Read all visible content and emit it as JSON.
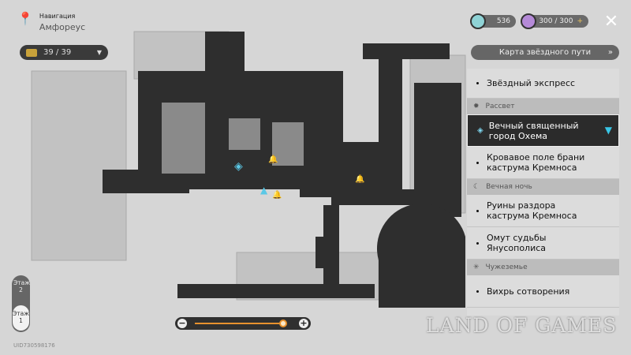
{
  "header": {
    "label": "Навигация",
    "location": "Амфореус"
  },
  "chest_counter": "39 / 39",
  "resources": [
    {
      "value": "536",
      "color": "#8fd3d6"
    },
    {
      "value": "300 / 300",
      "plus": "+",
      "color": "#b58ad8"
    }
  ],
  "close": "✕",
  "star_map_button": "Карта звёздного пути",
  "list": {
    "express": "Звёздный экспресс",
    "sections": [
      {
        "title": "Рассвет",
        "items": [
          "Вечный священный город Охема",
          "Кровавое поле брани каструма Кремноса"
        ]
      },
      {
        "title": "Вечная ночь",
        "items": [
          "Руины раздора каструма Кремноса",
          "Омут судьбы Янусополиса"
        ]
      },
      {
        "title": "Чужеземье",
        "items": [
          "Вихрь сотворения"
        ]
      }
    ]
  },
  "floors": {
    "f2": "Этаж 2",
    "f1": "Этаж 1"
  },
  "zoom_level": 0.95,
  "uid": "UID730598176",
  "watermark": "LAND OF GAMES"
}
